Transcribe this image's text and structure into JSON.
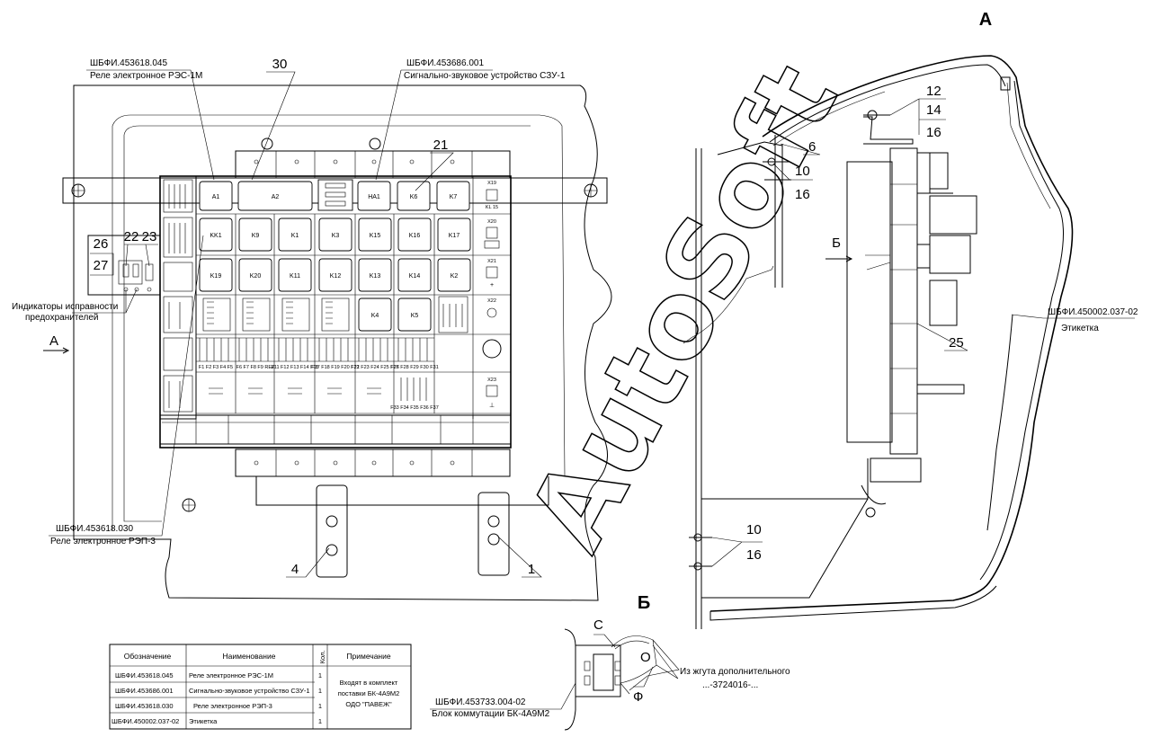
{
  "view_labels": {
    "view_a": "А",
    "view_b": "Б",
    "section_a_marker": "А",
    "section_b_marker": "Б"
  },
  "watermark": "AutoSoft",
  "designations": {
    "res1m_code": "ШБФИ.453618.045",
    "res1m_name": "Реле электронное РЭС-1М",
    "szu1_code": "ШБФИ.453686.001",
    "szu1_name": "Сигнально-звуковое устройство СЗУ-1",
    "rep3_code": "ШБФИ.453618.030",
    "rep3_name": "Реле электронное РЭП-3",
    "label_code": "ШБФИ.450002.037-02",
    "label_name": "Этикетка",
    "bk_code": "ШБФИ.453733.004-02",
    "bk_name": "Блок коммутации БК-4А9М2",
    "indicators_line1": "Индикаторы исправности",
    "indicators_line2": "предохранителей",
    "harness_line1": "Из жгута дополнительного",
    "harness_line2": "...-3724016-..."
  },
  "callouts": {
    "c30": "30",
    "c21": "21",
    "c26": "26",
    "c27": "27",
    "c22": "22",
    "c23": "23",
    "c4": "4",
    "c1": "1",
    "c12": "12",
    "c14": "14",
    "c16a": "16",
    "c6": "6",
    "c10a": "10",
    "c16b": "16",
    "c25": "25",
    "c10b": "10",
    "c16c": "16",
    "wire_c": "С",
    "wire_o": "О",
    "wire_f": "Ф"
  },
  "relays": {
    "r1": [
      "A1",
      "A2",
      "",
      "",
      "HA1",
      "K6",
      "K7"
    ],
    "r2": [
      "KK1",
      "K9",
      "K1",
      "K3",
      "K15",
      "K16",
      "K17"
    ],
    "r3": [
      "K19",
      "K20",
      "K11",
      "K12",
      "K13",
      "K14",
      "K2"
    ],
    "r4": [
      "K4",
      "K5"
    ]
  },
  "terminals": {
    "x19": "X19",
    "kl15": "KL 15",
    "x20": "X20",
    "x21": "X21",
    "plus": "+",
    "x22": "X22",
    "x23": "X23",
    "ground": "⊥"
  },
  "fuse_labels": {
    "g1": "F1 F2 F3 F4 F5",
    "g2": "F6 F7 F8 F9 REZ",
    "g3": "F11 F12 F13 F14 F15",
    "g4": "F17 F18 F19 F20 F21",
    "g5": "F22 F23 F24 F25 F26",
    "g6": "F27 F28 F29 F30 F31",
    "g7": "F33 F34 F35 F36 F37"
  },
  "table": {
    "headers": [
      "Обозначение",
      "Наименование",
      "Кол.",
      "Примечание"
    ],
    "rows": [
      [
        "ШБФИ.453618.045",
        "Реле электронное РЭС-1М",
        "1"
      ],
      [
        "ШБФИ.453686.001",
        "Сигнально-звуковое устройство СЗУ-1",
        "1"
      ],
      [
        "ШБФИ.453618.030",
        "Реле электронное РЭП-3",
        "1"
      ],
      [
        "ШБФИ.450002.037-02",
        "Этикетка",
        "1"
      ]
    ],
    "note_line1": "Входят в комплект",
    "note_line2": "поставки БК-4А9М2",
    "note_line3": "ОДО \"ПАВЕЖ\""
  }
}
